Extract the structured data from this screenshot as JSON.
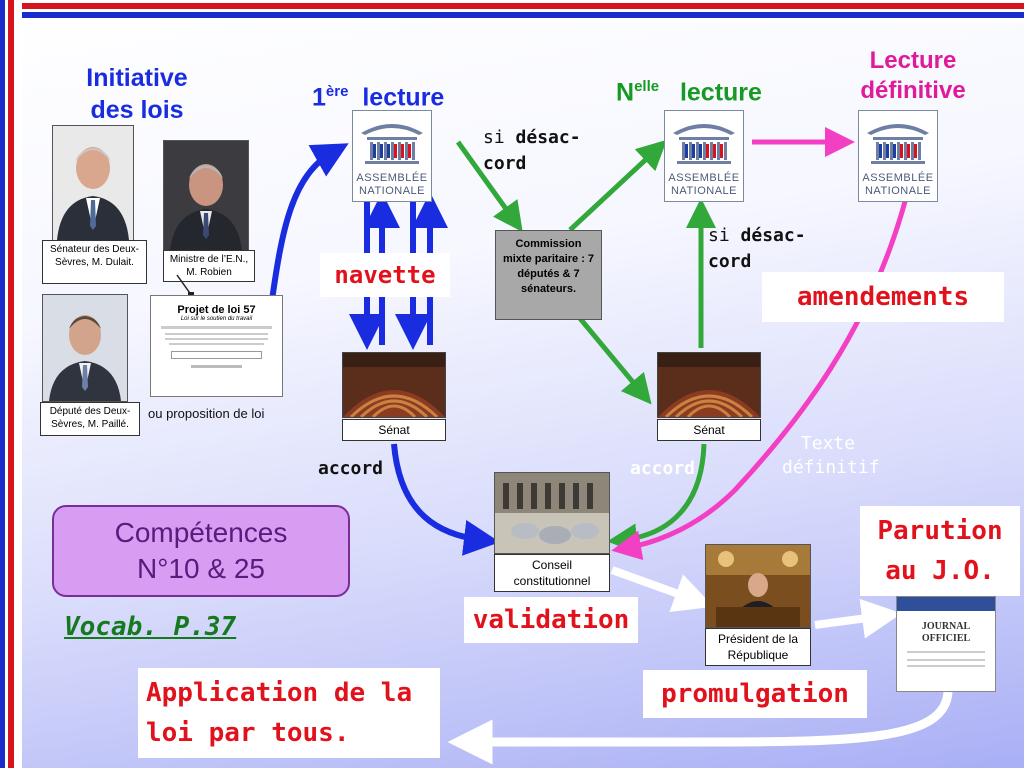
{
  "initiative_title": [
    "Initiative",
    "des lois"
  ],
  "premiere_lecture": {
    "num": "1",
    "sup": "ère",
    "word": "lecture"
  },
  "nouvelle_lecture": {
    "num": "N",
    "sup": "elle",
    "word": "lecture"
  },
  "lecture_definitive": [
    "Lecture",
    "définitive"
  ],
  "assemblee_logo": [
    "ASSEMBLÉE",
    "NATIONALE"
  ],
  "people": {
    "senateur": "Sénateur des Deux-Sèvres, M. Dulait.",
    "ministre": "Ministre de l’E.N., M. Robien",
    "depute": "Député des Deux-Sèvres, M. Paillé."
  },
  "projet_loi": {
    "title": "Projet de loi 57",
    "subtitle": "Loi sur le soutien du travail",
    "caption": "ou proposition de loi"
  },
  "desaccord_1": [
    "si ",
    "désac-",
    "cord"
  ],
  "desaccord_2": [
    "si ",
    "désac-",
    "cord"
  ],
  "commission": "Commission mixte paritaire : 7 députés & 7 sénateurs.",
  "navette": "navette",
  "amendements": "amendements",
  "senat_1": "Sénat",
  "senat_2": "Sénat",
  "accord_1": "accord",
  "accord_2": "accord",
  "texte_definitif": [
    "Texte",
    "définitif"
  ],
  "competences": [
    "Compétences",
    "N°10 & 25"
  ],
  "vocab": "Vocab. P.37",
  "conseil": "Conseil constitutionnel",
  "validation": "validation",
  "president": "Président de la République",
  "promulgation": "promulgation",
  "parution": [
    "Parution",
    "au J.O."
  ],
  "journal": [
    "JOURNAL",
    "OFFICIEL"
  ],
  "application": [
    "Application de la",
    "loi par tous."
  ],
  "colors": {
    "blue": "#1a2ce0",
    "green": "#32a83a",
    "magenta": "#f23fc4",
    "red": "#e1121c"
  }
}
